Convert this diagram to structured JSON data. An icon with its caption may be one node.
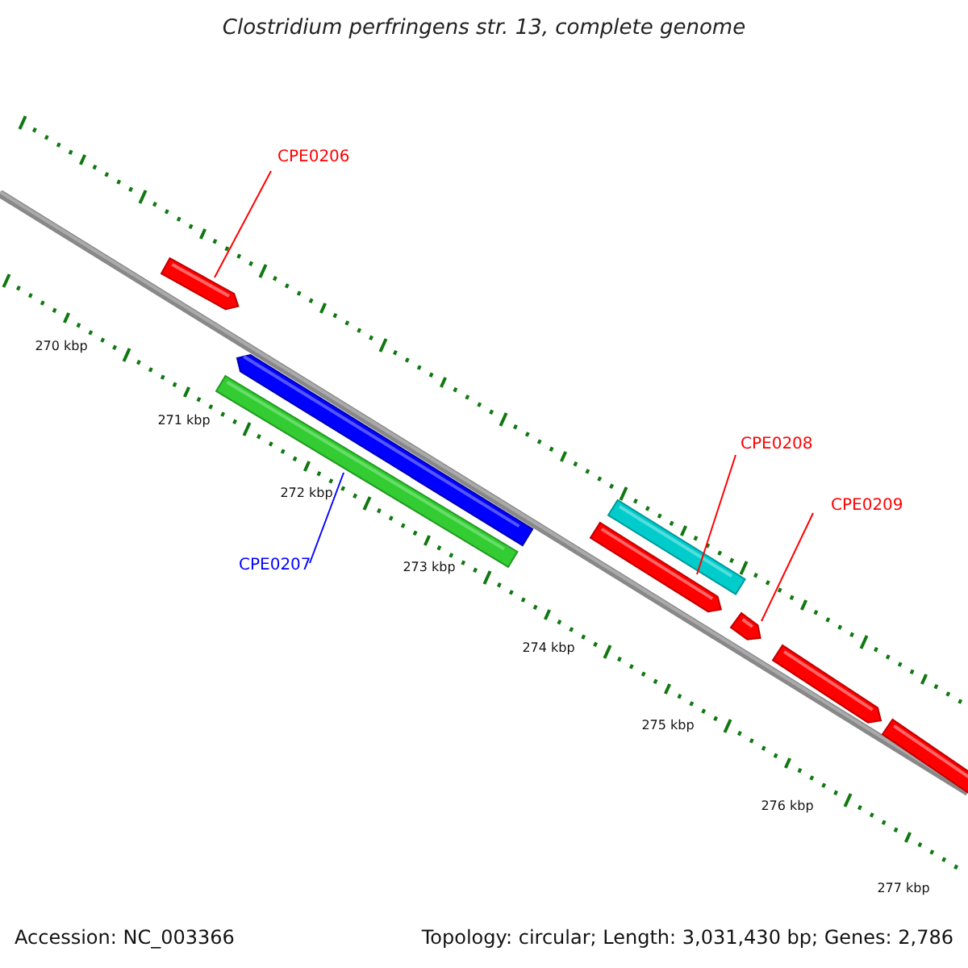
{
  "diagram": {
    "title": "Clostridium perfringens str. 13, complete genome",
    "nodes": [
      {
        "text": [
          "CPE0206"
        ]
      },
      {
        "text": [],
        "shape": "bar"
      },
      {
        "text": [],
        "shape": "bar"
      },
      {
        "text": [],
        "shape": "bar"
      },
      {
        "text": [
          "CPE0207"
        ]
      },
      {
        "text": [
          "CPE0208"
        ]
      },
      {
        "text": [],
        "shape": "bar"
      },
      {
        "text": [],
        "shape": "bar"
      },
      {
        "text": [
          "CPE0209"
        ]
      },
      {
        "text": [],
        "shape": "bar"
      },
      {
        "text": [],
        "shape": "bar"
      },
      {
        "text": [],
        "shape": "bar"
      }
    ],
    "edges": [
      {
        "from": 0,
        "to": 1,
        "arrow": "none"
      },
      {
        "from": 4,
        "to": 3,
        "arrow": "none",
        "color": "#0000ff"
      },
      {
        "from": 5,
        "to": 6,
        "arrow": "none"
      },
      {
        "from": 8,
        "to": 9,
        "arrow": "none"
      }
    ],
    "labels": [
      "270 kbp",
      "271 kbp",
      "272 kbp",
      "273 kbp",
      "274 kbp",
      "275 kbp",
      "276 kbp",
      "277 kbp",
      "Accession: NC_003366",
      "Topology: circular; Length: 3,031,430 bp; Genes: 2,786"
    ]
  }
}
